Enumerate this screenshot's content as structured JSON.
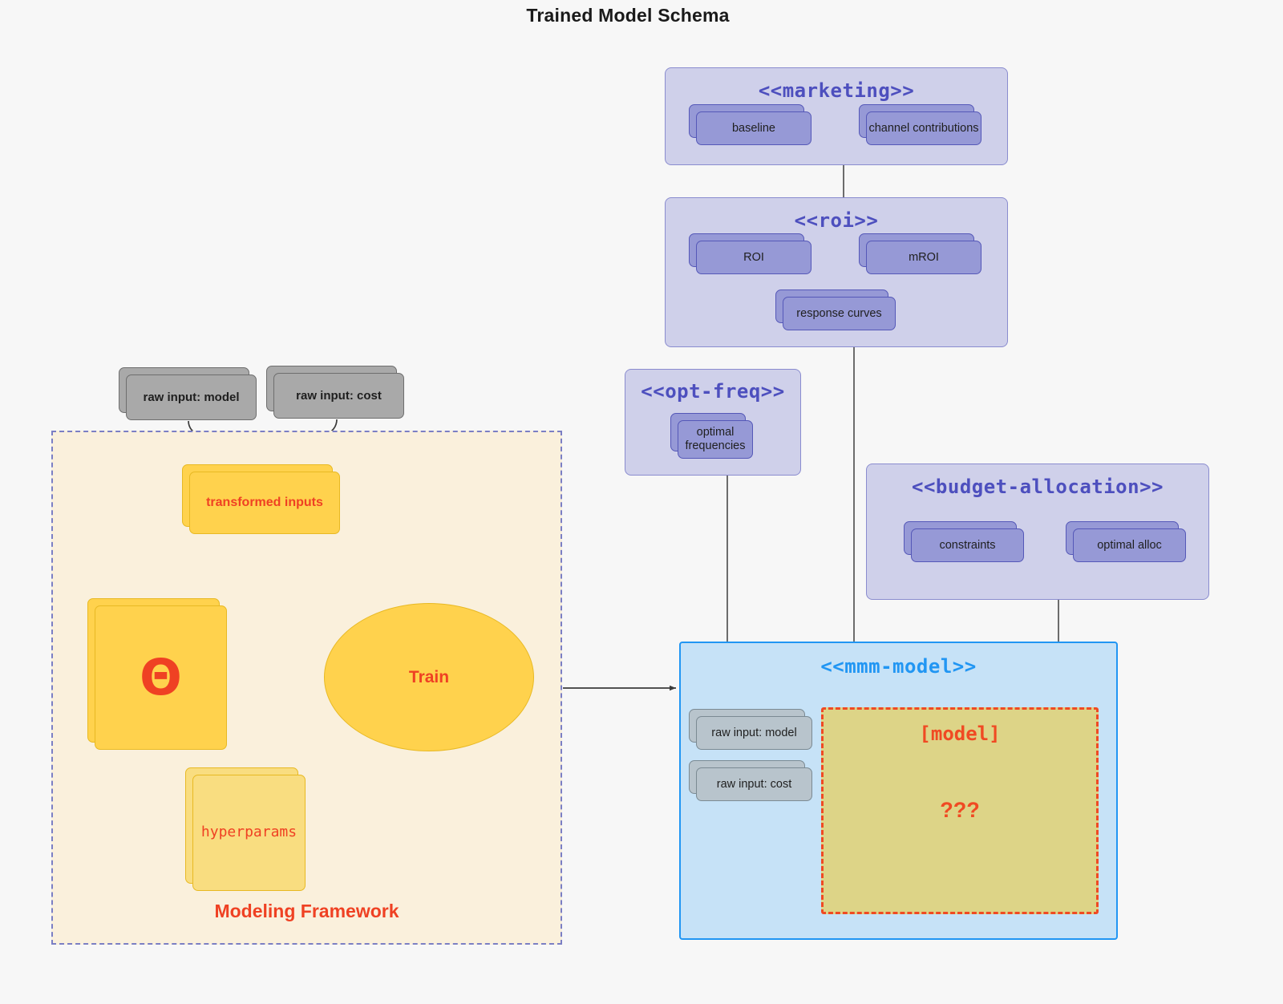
{
  "title": "Trained Model Schema",
  "packages": {
    "marketing": {
      "name": "<<marketing>>",
      "nodes": [
        {
          "label": "baseline"
        },
        {
          "label": "channel contributions"
        }
      ]
    },
    "roi": {
      "name": "<<roi>>",
      "nodes": [
        {
          "label": "ROI"
        },
        {
          "label": "mROI"
        },
        {
          "label": "response curves"
        }
      ]
    },
    "opt_freq": {
      "name": "<<opt-freq>>",
      "nodes": [
        {
          "label_line1": "optimal",
          "label_line2": "frequencies"
        }
      ]
    },
    "budget_allocation": {
      "name": "<<budget-allocation>>",
      "nodes": [
        {
          "label": "constraints"
        },
        {
          "label": "optimal alloc"
        }
      ]
    },
    "mmm_model": {
      "name": "<<mmm-model>>",
      "nodes": [
        {
          "label": "raw input: model"
        },
        {
          "label": "raw input: cost"
        }
      ],
      "model_box": {
        "label": "[model]",
        "placeholder": "???"
      }
    }
  },
  "framework": {
    "label": "Modeling Framework",
    "inputs": [
      {
        "label": "raw input: model"
      },
      {
        "label": "raw input: cost"
      }
    ],
    "transformed_inputs": {
      "label": "transformed inputs"
    },
    "theta": {
      "label": "Θ"
    },
    "hyperparams": {
      "label": "hyperparams"
    },
    "train": {
      "label": "Train"
    }
  },
  "colors": {
    "background": "#f7f7f7",
    "package_fill": "#cfd0ea",
    "package_stroke": "#8a8ccf",
    "package_title": "#4d4fbe",
    "node_purple_fill": "#9699d6",
    "node_purple_stroke": "#5558b8",
    "node_grey_fill": "#a9a9a9",
    "node_grey_stroke": "#6e6e6e",
    "node_grey_small_fill": "#b8c4cc",
    "node_yellow_fill": "#ffd24d",
    "node_yellow_pale_fill": "#f9dd80",
    "node_yellow_stroke": "#e8b923",
    "accent_red": "#ef4123",
    "mmm_fill": "#c6e2f7",
    "mmm_stroke": "#2196f3",
    "model_box_fill": "#ddd487",
    "model_box_stroke": "#f04a23",
    "framework_fill": "#faf0dc",
    "framework_stroke": "#7b7fc4"
  }
}
